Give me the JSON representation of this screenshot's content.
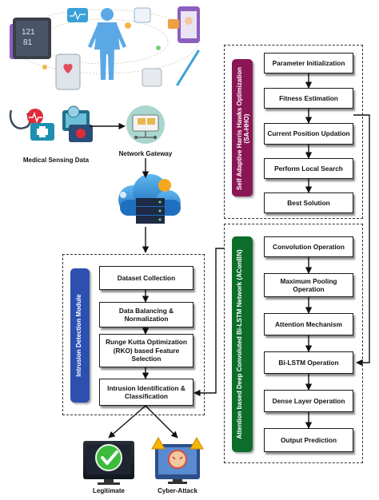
{
  "top_section": {
    "monitor_reading_1": "121",
    "monitor_reading_2": "81"
  },
  "left_flow": {
    "medical_sensing_label": "Medical Sensing Data",
    "network_gateway_label": "Network Gateway"
  },
  "optimizer_module": {
    "title": "Self Adaptive Harris Hawks Optimization (SA-HHO)",
    "steps": [
      "Parameter Initialization",
      "Fitness Estimation",
      "Current Position Updation",
      "Perform Local Search",
      "Best Solution"
    ],
    "color": "#8b1656"
  },
  "network_module": {
    "title": "Attention based Deep Convoluted Bi-LSTM Network (AConBN)",
    "steps": [
      "Convolution Operation",
      "Maximum Pooling Operation",
      "Attention Mechanism",
      "Bi-LSTM Operation",
      "Dense Layer Operation",
      "Output Prediction"
    ],
    "color": "#0c6e2a"
  },
  "ids_module": {
    "title": "Intrusion Detection Module",
    "steps": [
      "Dataset Collection",
      "Data Balancing & Normalization",
      "Runge Kutta Optimization (RKO) based Feature Selection",
      "Intrusion Identification & Classification"
    ],
    "color": "#2d4fb0"
  },
  "outputs": {
    "legitimate_label": "Legitimate",
    "attack_label": "Cyber-Attack"
  }
}
